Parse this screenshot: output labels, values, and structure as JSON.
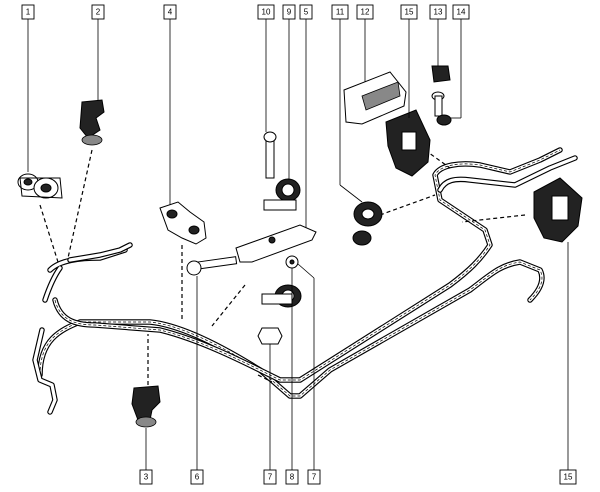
{
  "callouts": [
    {
      "id": "c1",
      "label": "1"
    },
    {
      "id": "c2",
      "label": "2"
    },
    {
      "id": "c3",
      "label": "3"
    },
    {
      "id": "c4",
      "label": "4"
    },
    {
      "id": "c5",
      "label": "5"
    },
    {
      "id": "c6",
      "label": "6"
    },
    {
      "id": "c7a",
      "label": "7"
    },
    {
      "id": "c7b",
      "label": "7"
    },
    {
      "id": "c8",
      "label": "8"
    },
    {
      "id": "c9",
      "label": "9"
    },
    {
      "id": "c10",
      "label": "10"
    },
    {
      "id": "c11",
      "label": "11"
    },
    {
      "id": "c12",
      "label": "12"
    },
    {
      "id": "c13",
      "label": "13"
    },
    {
      "id": "c14",
      "label": "14"
    },
    {
      "id": "c15a",
      "label": "15"
    },
    {
      "id": "c15b",
      "label": "15"
    }
  ],
  "colors": {
    "ink": "#000000",
    "paper": "#ffffff"
  }
}
